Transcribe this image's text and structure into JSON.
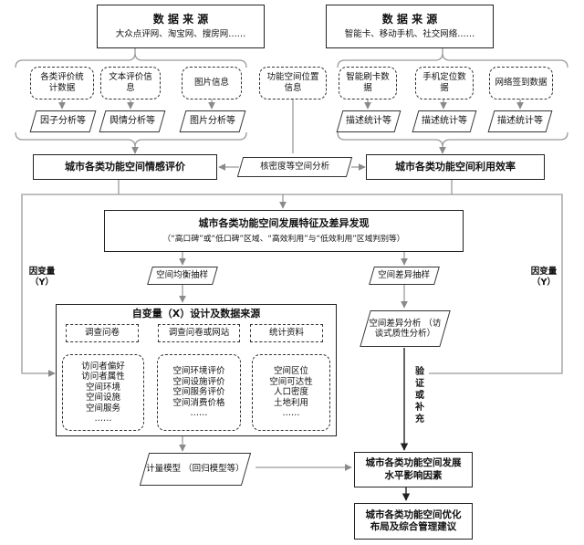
{
  "sources": {
    "left": {
      "title": "数 据 来 源",
      "subtitle": "大众点评网、淘宝网、搜房网……"
    },
    "right": {
      "title": "数 据 来 源",
      "subtitle": "智能卡、移动手机、社交网络……"
    }
  },
  "data_types": [
    "各类评价统计数据",
    "文本评价信息",
    "图片信息",
    "功能空间位置信息",
    "智能刷卡数据",
    "手机定位数据",
    "网络签到数据"
  ],
  "methods": [
    "因子分析等",
    "舆情分析等",
    "图片分析等",
    "描述统计等",
    "描述统计等",
    "描述统计等"
  ],
  "kernel_label": "核密度等空间分析",
  "emotion_eval": "城市各类功能空间情感评价",
  "efficiency": "城市各类功能空间利用效率",
  "features": {
    "title": "城市各类功能空间发展特征及差异发现",
    "subtitle": "（“高口碑”或“低口碑”区域、“高效利用”与“低效利用”区域判别等）"
  },
  "dependent_left": {
    "line1": "因变量",
    "line2": "（Y）"
  },
  "dependent_right": {
    "line1": "因变量",
    "line2": "（Y）"
  },
  "balanced_sampling": "空间均衡抽样",
  "diff_sampling": "空间差异抽样",
  "diff_analysis": {
    "line1": "空间差异分析",
    "line2": "（访谈式质性分析）"
  },
  "design": {
    "title": "自变量（X）设计及数据来源",
    "columns": [
      {
        "header": "调查问卷",
        "items": [
          "访问者偏好",
          "访问者属性",
          "空间环境",
          "空间设施",
          "空间服务",
          "……"
        ]
      },
      {
        "header": "调查问卷或网站",
        "items": [
          "空间环境评价",
          "空间设施评价",
          "空间服务评价",
          "空间消费价格",
          "……"
        ]
      },
      {
        "header": "统计资料",
        "items": [
          "空间区位",
          "空间可达性",
          "人口密度",
          "土地利用",
          "……"
        ]
      }
    ]
  },
  "verify": [
    "验",
    "证",
    "或",
    "补",
    "充"
  ],
  "model": {
    "line1": "计量模型",
    "line2": "（回归模型等）"
  },
  "factors": {
    "line1": "城市各类功能空间发展",
    "line2": "水平影响因素"
  },
  "suggestions": {
    "line1": "城市各类功能空间优化",
    "line2": "布局及综合管理建议"
  }
}
